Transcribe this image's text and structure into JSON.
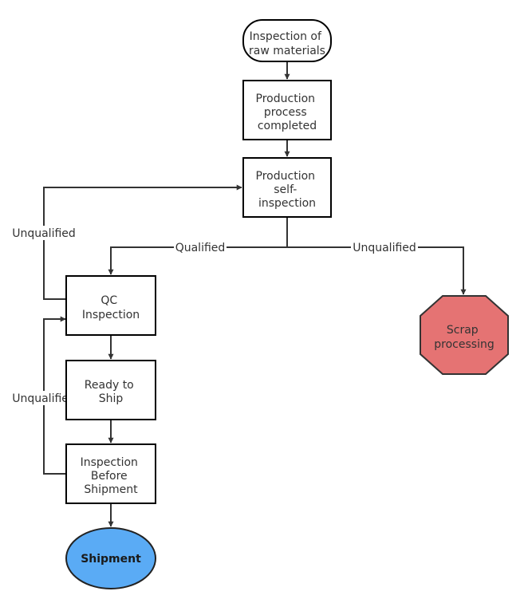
{
  "nodes": {
    "raw_inspection": {
      "lines": [
        "Inspection of",
        "raw materials"
      ]
    },
    "production_completed": {
      "lines": [
        "Production",
        "process",
        "completed"
      ]
    },
    "self_inspection": {
      "lines": [
        "Production",
        "self-",
        "inspection"
      ]
    },
    "qc_inspection": {
      "lines": [
        "QC",
        "Inspection"
      ]
    },
    "scrap": {
      "lines": [
        "Scrap",
        "processing"
      ]
    },
    "ready_to_ship": {
      "lines": [
        "Ready to",
        "Ship"
      ]
    },
    "pre_shipment_inspection": {
      "lines": [
        "Inspection",
        "Before",
        "Shipment"
      ]
    },
    "shipment": {
      "lines": [
        "Shipment"
      ]
    }
  },
  "edges": {
    "qualified_label": "Qualified",
    "unqualified_scrap_label": "Unqualified",
    "unqualified_qc_label": "Unqualified",
    "unqualified_shipment_label": "Unqualified"
  },
  "colors": {
    "scrap_fill": "#e57373",
    "scrap_stroke": "#333333",
    "shipment_fill": "#5aabf5",
    "shipment_stroke": "#222222",
    "line": "#333333"
  }
}
